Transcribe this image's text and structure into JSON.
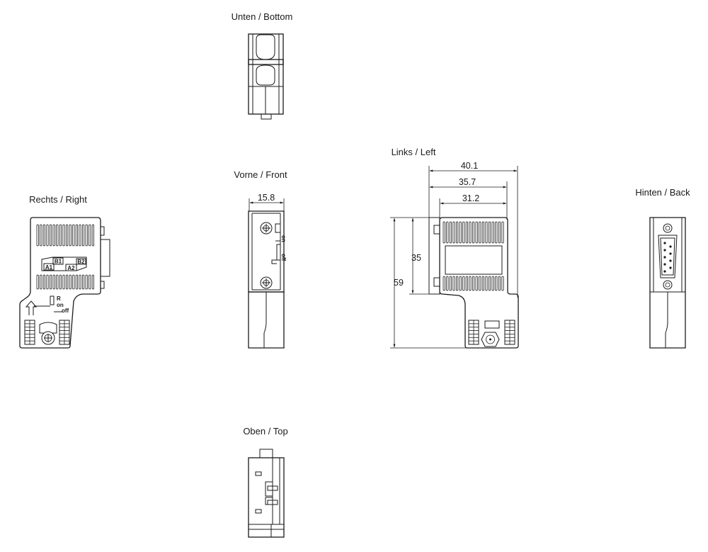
{
  "views": {
    "bottom": "Unten / Bottom",
    "front": "Vorne / Front",
    "left": "Links / Left",
    "right": "Rechts / Right",
    "back": "Hinten / Back",
    "top": "Oben / Top"
  },
  "dimensions": {
    "front_width": "15.8",
    "overall_width": "40.1",
    "mid_width": "35.7",
    "inner_width": "31.2",
    "upper_height": "35",
    "total_height": "59"
  },
  "labels": {
    "b1": "B1",
    "b2": "B2",
    "a1": "A1",
    "a2": "A2",
    "r": "R",
    "on": "on",
    "off": "off"
  }
}
